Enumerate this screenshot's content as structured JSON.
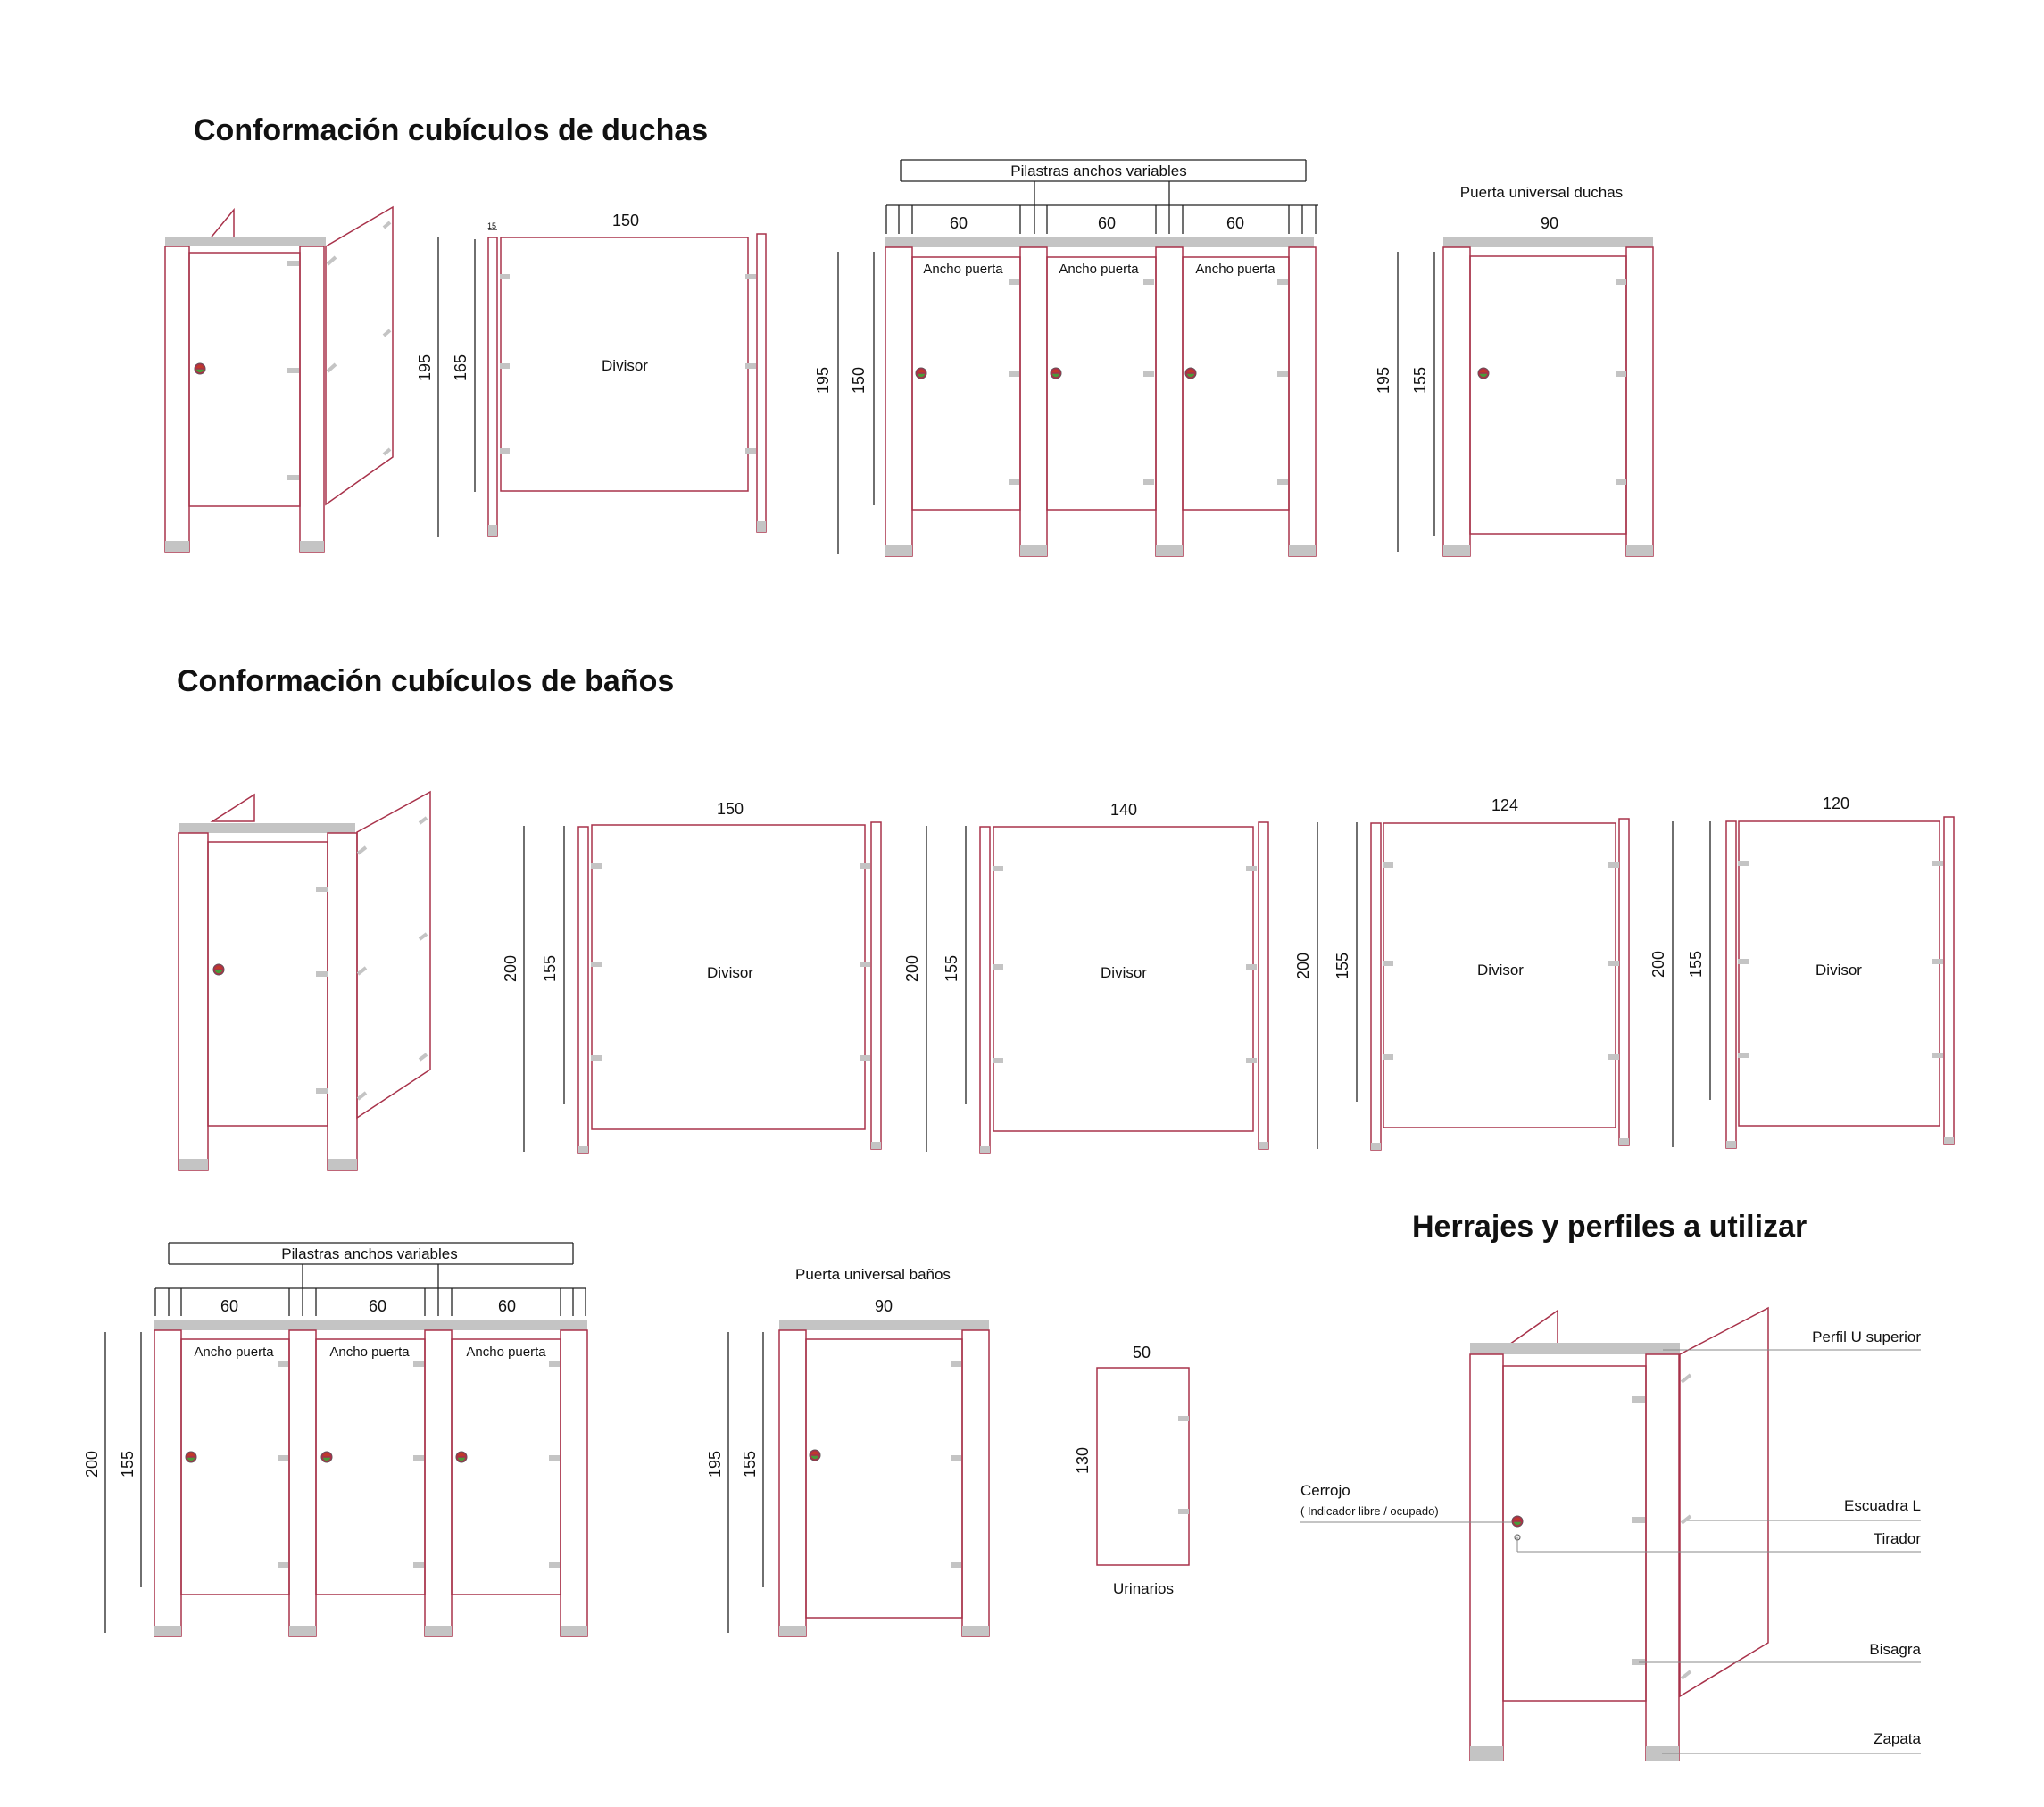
{
  "headings": {
    "duchas": "Conformación cubículos de duchas",
    "banos": "Conformación cubículos de baños",
    "herrajes": "Herrajes y perfiles a utilizar"
  },
  "labels": {
    "divisor": "Divisor",
    "ancho_puerta": "Ancho puerta",
    "pilastras": "Pilastras anchos variables",
    "puerta_duchas": "Puerta universal duchas",
    "puerta_banos": "Puerta universal baños",
    "urinarios": "Urinarios"
  },
  "dimensions": {
    "d_divisor": {
      "width": "150",
      "gap": "15",
      "total": "195",
      "panel": "165"
    },
    "d_row": {
      "w1": "60",
      "w2": "60",
      "w3": "60",
      "total": "195",
      "door": "150"
    },
    "d_door": {
      "width": "90",
      "total": "195",
      "door": "155"
    },
    "b_div150": {
      "width": "150",
      "total": "200",
      "panel": "155"
    },
    "b_div140": {
      "width": "140",
      "total": "200",
      "panel": "155"
    },
    "b_div124": {
      "width": "124",
      "total": "200",
      "panel": "155"
    },
    "b_div120": {
      "width": "120",
      "total": "200",
      "panel": "155"
    },
    "b_row": {
      "w1": "60",
      "w2": "60",
      "w3": "60",
      "total": "200",
      "door": "155"
    },
    "b_door": {
      "width": "90",
      "total": "195",
      "door": "155"
    },
    "urinal": {
      "width": "50",
      "height": "130"
    }
  },
  "callouts": {
    "perfil_u": "Perfil U superior",
    "escuadra": "Escuadra L",
    "tirador": "Tirador",
    "bisagra": "Bisagra",
    "zapata": "Zapata",
    "cerrojo": "Cerrojo",
    "cerrojo_sub": "( Indicador libre / ocupado)"
  },
  "colors": {
    "outline": "#a8324a",
    "hardware": "#c4c4c4",
    "dimension_line": "#222222",
    "leader": "#888888"
  }
}
